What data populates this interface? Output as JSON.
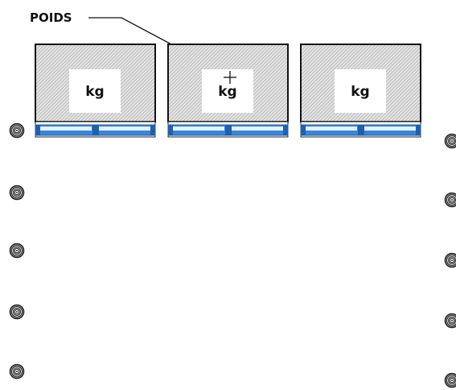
{
  "callout": {
    "label": "POIDS"
  },
  "boxes": [
    {
      "unit": "kg"
    },
    {
      "unit": "kg"
    },
    {
      "unit": "kg"
    }
  ],
  "sensors": {
    "left_count": 5,
    "right_count": 5,
    "icon": "sensor-ring-icon"
  },
  "cursor": {
    "icon": "crosshair-cursor-icon"
  },
  "colors": {
    "outline": "#111111",
    "box_fill": "#dcdcdc",
    "hatch": "#b4b4b4",
    "pallet_blue": "#3a86d6",
    "pallet_dark": "#1e5fae"
  }
}
